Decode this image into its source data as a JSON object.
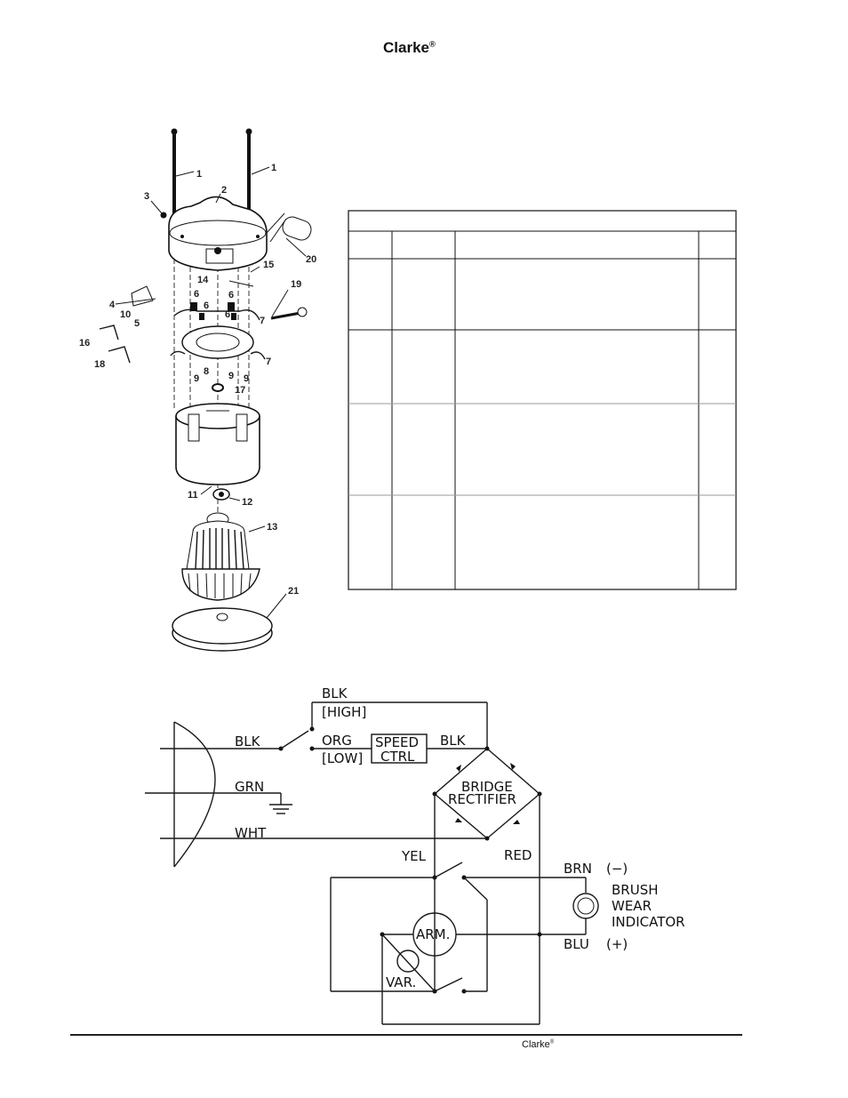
{
  "header": {
    "brand": "Clarke",
    "reg_mark": "®"
  },
  "footer": {
    "brand": "Clarke",
    "reg_mark": "®"
  },
  "exploded_view": {
    "callouts": [
      "1",
      "1",
      "2",
      "3",
      "4",
      "5",
      "6",
      "6",
      "6",
      "6",
      "7",
      "7",
      "8",
      "9",
      "9",
      "9",
      "10",
      "11",
      "12",
      "13",
      "14",
      "15",
      "16",
      "17",
      "18",
      "19",
      "20",
      "21"
    ]
  },
  "parts_table": {
    "columns": 4,
    "group_rows": 4
  },
  "wiring_diagram": {
    "labels": {
      "blk_top": "BLK",
      "high": "[HIGH]",
      "blk_line": "BLK",
      "org": "ORG",
      "low": "[LOW]",
      "speed_ctrl_line1": "SPEED",
      "speed_ctrl_line2": "CTRL",
      "blk_right": "BLK",
      "grn": "GRN",
      "wht": "WHT",
      "bridge_line1": "BRIDGE",
      "bridge_line2": "RECTIFIER",
      "yel": "YEL",
      "red": "RED",
      "brn": "BRN",
      "brn_polarity": "(−)",
      "brush_line1": "BRUSH",
      "brush_line2": "WEAR",
      "brush_line3": "INDICATOR",
      "blu": "BLU",
      "blu_polarity": "(+)",
      "arm": "ARM.",
      "var": "VAR."
    }
  }
}
